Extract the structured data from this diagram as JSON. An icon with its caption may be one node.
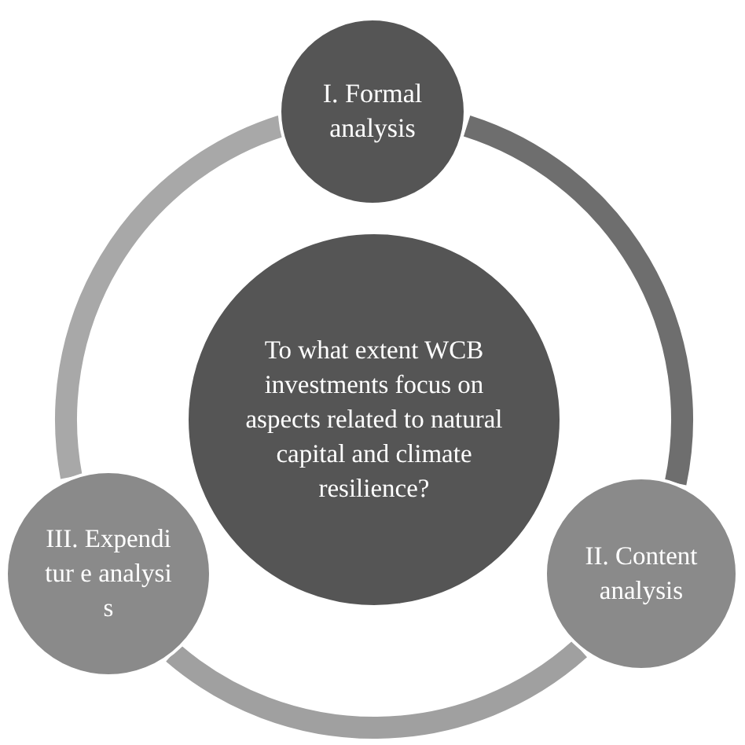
{
  "diagram": {
    "nodes": [
      {
        "text": [
          "I. Formal analysis"
        ]
      },
      {
        "text": [
          "To what extent WCB investments focus on aspects related to natural capital and climate resilience?"
        ]
      },
      {
        "text": [
          "III. Expenditur e analysis"
        ]
      },
      {
        "text": [
          "II. Content analysis"
        ]
      }
    ],
    "edges": [
      {
        "from": 0,
        "to": 3,
        "arrow": "none",
        "color": "#6e6e6e"
      },
      {
        "from": 3,
        "to": 2,
        "arrow": "none",
        "color": "#a0a0a0"
      },
      {
        "from": 2,
        "to": 0,
        "arrow": "none",
        "color": "#a8a8a8"
      }
    ]
  }
}
